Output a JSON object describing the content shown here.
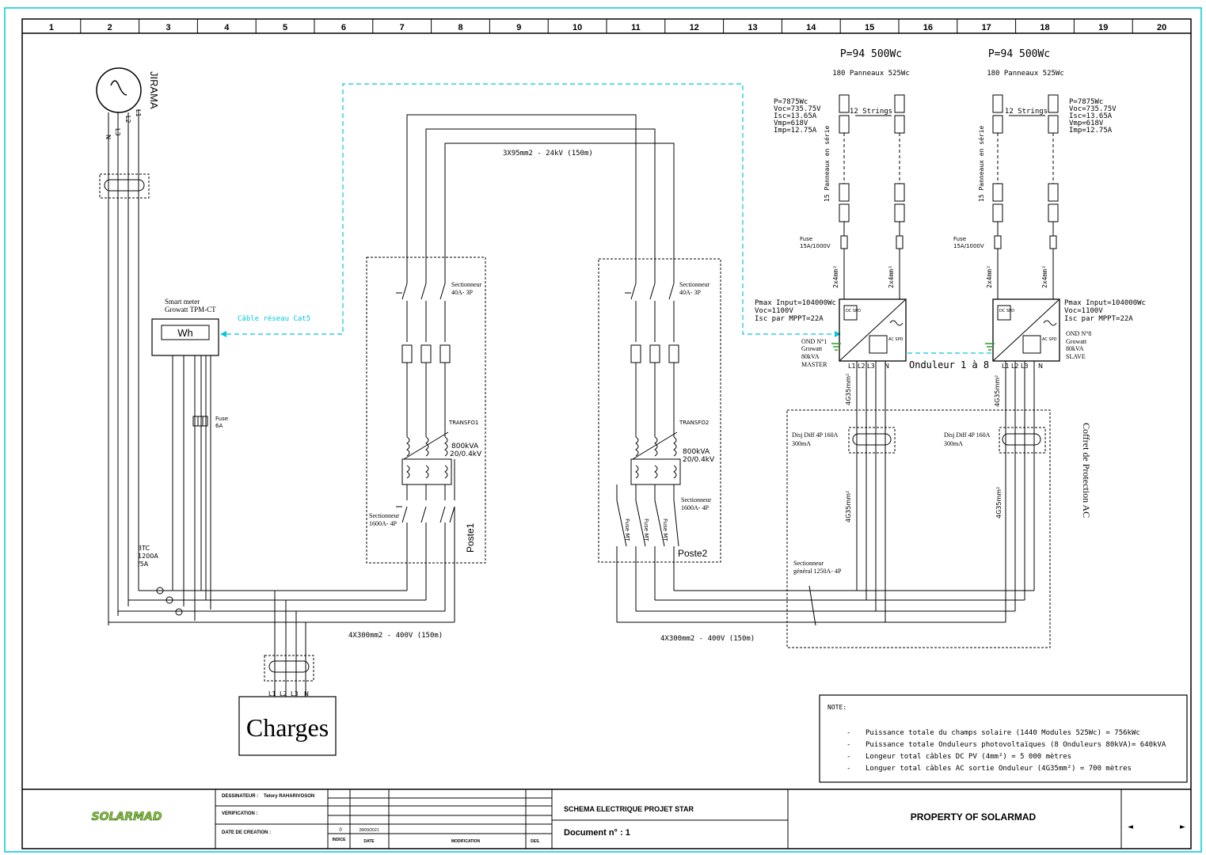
{
  "grid_columns": [
    "1",
    "2",
    "3",
    "4",
    "5",
    "6",
    "7",
    "8",
    "9",
    "10",
    "11",
    "12",
    "13",
    "14",
    "15",
    "16",
    "17",
    "18",
    "19",
    "20"
  ],
  "colors": {
    "line": "#000000",
    "network": "#00c8d8",
    "ground": "#2a9a2a",
    "frame": "#00c8d8"
  },
  "grid_source": {
    "name": "JIRAMA",
    "phases": [
      "L1",
      "L2",
      "L3",
      "N"
    ]
  },
  "smart_meter": {
    "title": "Smart meter",
    "model": "Growatt TPM-CT",
    "display": "Wh"
  },
  "meter_fuse": {
    "label": "Fuse",
    "rating": "6A"
  },
  "ct": {
    "line1": "3TC",
    "line2": "1200A",
    "line3": "/5A"
  },
  "network_cable": "Câble réseau Cat5",
  "mv_cable": "3X95mm2 - 24kV (150m)",
  "lv_cable_left": "4X300mm2 - 400V (150m)",
  "lv_cable_right": "4X300mm2 - 400V (150m)",
  "charges": {
    "label": "Charges",
    "phases": [
      "L1",
      "L2",
      "L3",
      "N"
    ]
  },
  "poste1": {
    "name": "Poste1",
    "sect_mv": {
      "line1": "Sectionneur",
      "line2": "40A- 3P"
    },
    "transfo": {
      "name": "TRANSFO1",
      "power": "800kVA",
      "ratio": "20/0.4kV"
    },
    "sect_lv": {
      "line1": "Sectionneur",
      "line2": "1600A- 4P"
    }
  },
  "poste2": {
    "name": "Poste2",
    "sect_mv": {
      "line1": "Sectionneur",
      "line2": "40A- 3P"
    },
    "transfo": {
      "name": "TRANSFO2",
      "power": "800kVA",
      "ratio": "20/0.4kV"
    },
    "sect_lv": {
      "line1": "Sectionneur",
      "line2": "1600A- 4P"
    },
    "fuse_mt": "Fuse MT"
  },
  "pv_arrays": [
    {
      "power": "P=94 500Wc",
      "panels": "180 Panneaux 525Wc",
      "strings": "12 Strings",
      "series": "15 Panneaux en série",
      "specs": [
        "P=7875Wc",
        "Voc=735.75V",
        "Isc=13.65A",
        "Vmp=618V",
        "Imp=12.75A"
      ],
      "fuse": {
        "label": "Fuse",
        "rating": "15A/1000V"
      },
      "dc_cable": "2x4mm²",
      "inverter_specs": [
        "Pmax Input=104000Wc",
        "Voc=1100V",
        "Isc par MPPT=22A"
      ],
      "ond": {
        "id": "OND N°1",
        "brand": "Growatt",
        "power": "80kVA",
        "role": "MASTER"
      },
      "ac_cable": "4G35mm²"
    },
    {
      "power": "P=94 500Wc",
      "panels": "180 Panneaux 525Wc",
      "strings": "12 Strings",
      "series": "15 Panneaux en série",
      "specs": [
        "P=7875Wc",
        "Voc=735.75V",
        "Isc=13.65A",
        "Vmp=618V",
        "Imp=12.75A"
      ],
      "fuse": {
        "label": "Fuse",
        "rating": "15A/1000V"
      },
      "dc_cable": "2x4mm²",
      "inverter_specs": [
        "Pmax Input=104000Wc",
        "Voc=1100V",
        "Isc par MPPT=22A"
      ],
      "ond": {
        "id": "OND N°8",
        "brand": "Growatt",
        "power": "80kVA",
        "role": "SLAVE"
      },
      "ac_cable": "4G35mm²"
    }
  ],
  "inverter_labels": {
    "dc_spd": "DC SPD",
    "ac_spd": "AC SPD",
    "range": "Onduleur 1 à 8",
    "phases": [
      "L1",
      "L2",
      "L3",
      "N"
    ]
  },
  "coffret": {
    "title": "Coffret de Protection AC",
    "disj1": {
      "line1": "Disj Diff 4P 160A",
      "line2": "300mA"
    },
    "disj2": {
      "line1": "Disj Diff 4P 160A",
      "line2": "300mA"
    },
    "ac_cable": "4G35mm²",
    "sect_general": {
      "line1": "Sectionneur",
      "line2": "général 1250A- 4P"
    }
  },
  "note": {
    "title": "NOTE:",
    "items": [
      "Puissance totale du champs solaire (1440 Modules 525Wc) = 756kWc",
      "Puissance totale Onduleurs photovoltaïques (8 Onduleurs 80kVA)= 640kVA",
      "Longeur total câbles DC PV (4mm²) = 5 000 mètres",
      "Longuer total câbles AC sortie Onduleur (4G35mm²) = 700 mètres"
    ]
  },
  "title_block": {
    "logo": "SOLARMAD",
    "designer_label": "DESSINATEUR :",
    "designer_name": "Telory RAHARIVOSON",
    "verification_label": "VERIFICATION :",
    "creation_label": "DATE DE CREATION :",
    "index": "0",
    "date": "28/09/2021",
    "col_indice": "INDICE",
    "col_date": "DATE",
    "col_modification": "MODIFICATION",
    "col_des": "DES.",
    "project_title": "SCHEMA ELECTRIQUE PROJET STAR",
    "document": "Document n° : 1",
    "property": "PROPERTY OF SOLARMAD",
    "nav_prev": "◄",
    "nav_next": "►"
  }
}
